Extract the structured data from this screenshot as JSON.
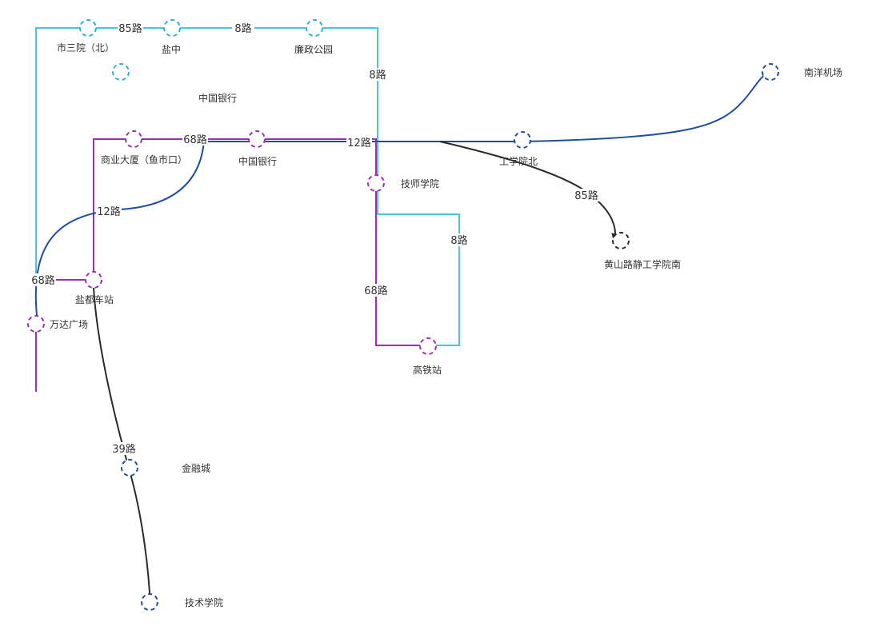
{
  "colors": {
    "cyan": "#4ec3e0",
    "purple": "#9b30b5",
    "navy": "#1f4e9c",
    "black": "#2b2b2b",
    "text": "#333333"
  },
  "stations": {
    "shisanyuan": "市三院（北）",
    "yanzhong": "盐中",
    "lianzheng": "廉政公园",
    "zhongguo_top": "中国银行",
    "nanyang": "南洋机场",
    "shangye": "商业大厦（鱼市口）",
    "zhongguo": "中国银行",
    "gongxueyuan": "工学院北",
    "jishi": "技师学院",
    "huangshan": "黄山路静工学院南",
    "yandu": "盐都车站",
    "wanda": "万达广场",
    "gaotie": "高铁站",
    "jinrong": "金融城",
    "jishu": "技术学院"
  },
  "routes": {
    "r85_top": "85路",
    "r8_top": "8路",
    "r8_right": "8路",
    "r68_top": "68路",
    "r12_top": "12路",
    "r12_left": "12路",
    "r85_curve": "85路",
    "r8_loop": "8路",
    "r68_left": "68路",
    "r68_mid": "68路",
    "r39": "39路"
  }
}
